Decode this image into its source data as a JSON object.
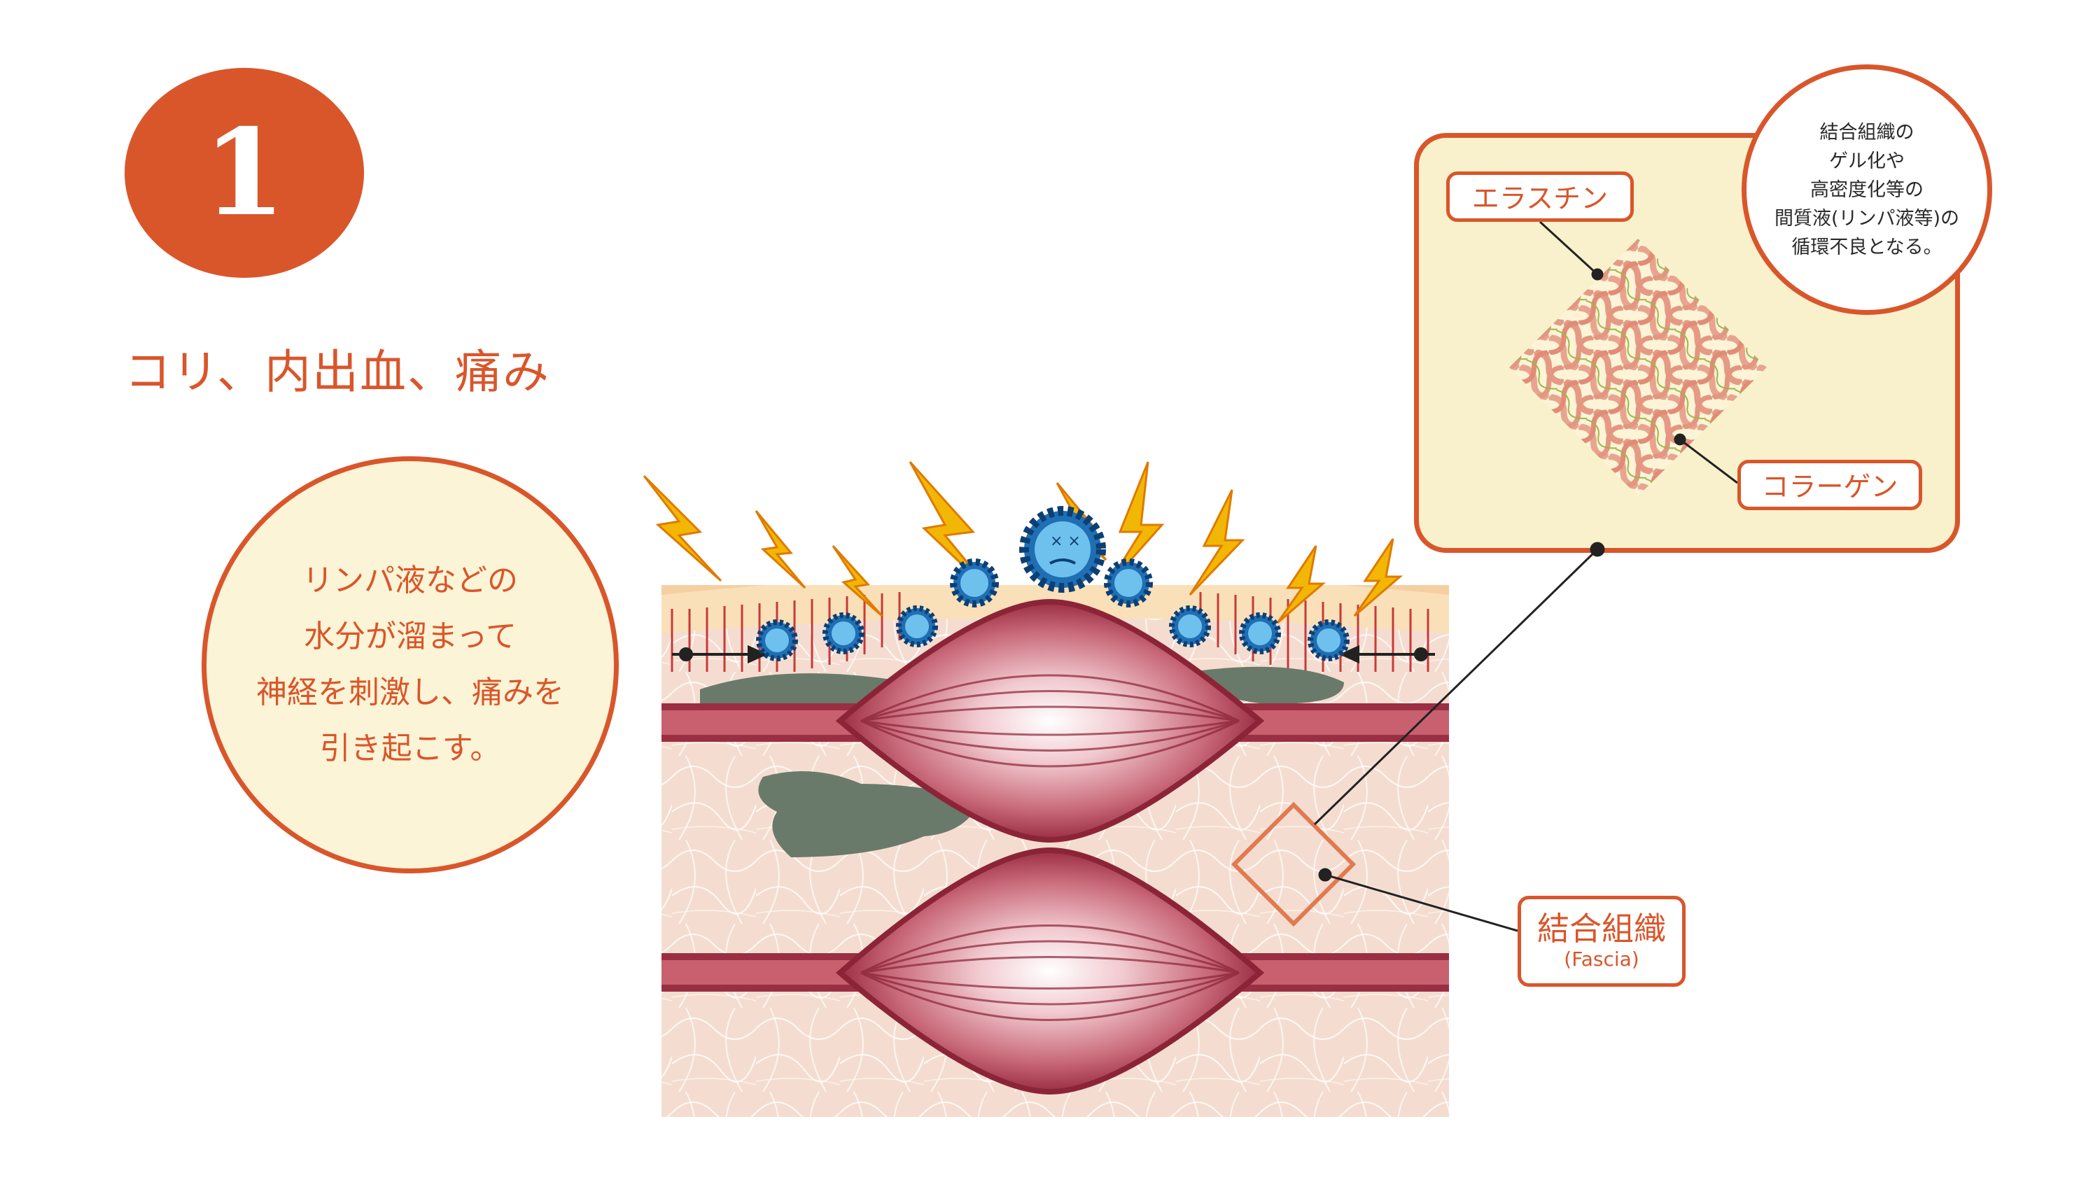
{
  "badge": {
    "number": "1"
  },
  "title": "コリ、内出血、痛み",
  "explanation": {
    "lines": [
      "リンパ液などの",
      "水分が溜まって",
      "神経を刺激し、痛みを",
      "引き起こす。"
    ]
  },
  "zoom_note": {
    "lines": [
      "結合組織の",
      "ゲル化や",
      "高密度化等の",
      "間質液(リンパ液等)の",
      "循環不良となる。"
    ]
  },
  "labels": {
    "elastin": "エラスチン",
    "collagen": "コラーゲン",
    "fascia_jp": "結合組織",
    "fascia_en": "(Fascia)"
  },
  "colors": {
    "accent": "#d9562b",
    "cream": "#fbf4d6",
    "muscle": "#a8394b",
    "tissue": "#f3ddd0",
    "bacteria": "#1f6fb5",
    "lightning": "#f2b705",
    "bruise": "#6a7a6a"
  },
  "icons": [
    "lightning-icon",
    "bacteria-icon",
    "arrow-icon"
  ]
}
